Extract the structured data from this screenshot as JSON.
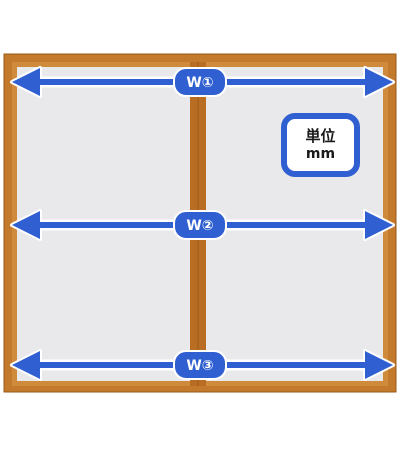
{
  "diagram": {
    "unit_label": {
      "line1": "単位",
      "line2": "mm"
    },
    "dimensions": [
      {
        "id": "w1",
        "label": "W①"
      },
      {
        "id": "w2",
        "label": "W②"
      },
      {
        "id": "w3",
        "label": "W③"
      }
    ]
  },
  "colors": {
    "frame": "#c47a2c",
    "frame_dark": "#9a5a18",
    "glass": "#e9e9eb",
    "arrow": "#2f5fd0",
    "arrow_outline": "#ffffff"
  }
}
